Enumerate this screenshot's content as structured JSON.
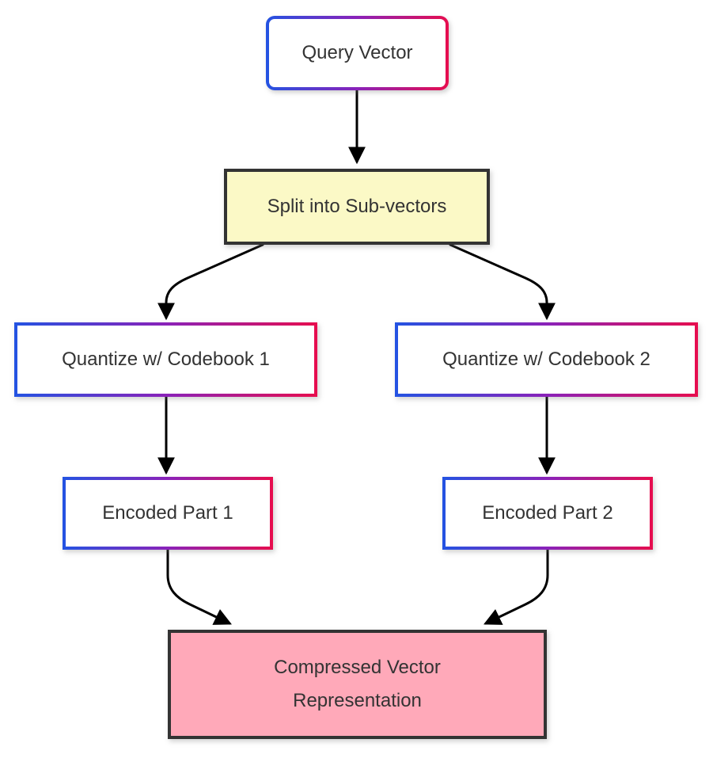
{
  "diagram": {
    "type": "flowchart",
    "nodes": {
      "query": {
        "label": "Query Vector"
      },
      "split": {
        "label": "Split into Sub-vectors"
      },
      "quantize1": {
        "label": "Quantize w/ Codebook 1"
      },
      "quantize2": {
        "label": "Quantize w/ Codebook 2"
      },
      "encoded1": {
        "label": "Encoded Part 1"
      },
      "encoded2": {
        "label": "Encoded Part 2"
      },
      "compressed": {
        "label": "Compressed Vector Representation"
      }
    },
    "edges": [
      {
        "from": "Query Vector",
        "to": "Split into Sub-vectors"
      },
      {
        "from": "Split into Sub-vectors",
        "to": "Quantize w/ Codebook 1"
      },
      {
        "from": "Split into Sub-vectors",
        "to": "Quantize w/ Codebook 2"
      },
      {
        "from": "Quantize w/ Codebook 1",
        "to": "Encoded Part 1"
      },
      {
        "from": "Quantize w/ Codebook 2",
        "to": "Encoded Part 2"
      },
      {
        "from": "Encoded Part 1",
        "to": "Compressed Vector Representation"
      },
      {
        "from": "Encoded Part 2",
        "to": "Compressed Vector Representation"
      }
    ],
    "colors": {
      "gradient_start": "#2353e2",
      "gradient_mid": "#8a22b9",
      "gradient_end": "#e70d4e",
      "yellow_fill": "#fbf9c6",
      "pink_fill": "#ffa9b9",
      "dark_border": "#333333",
      "arrow": "#000000",
      "text": "#333333",
      "background": "#ffffff"
    }
  }
}
